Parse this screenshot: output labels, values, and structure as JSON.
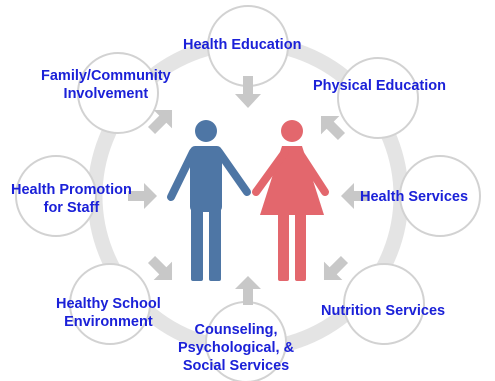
{
  "nodes": [
    {
      "id": "health-education",
      "lines": [
        "Health Education"
      ]
    },
    {
      "id": "physical-education",
      "lines": [
        "Physical Education"
      ]
    },
    {
      "id": "health-services",
      "lines": [
        "Health Services"
      ]
    },
    {
      "id": "nutrition-services",
      "lines": [
        "Nutrition Services"
      ]
    },
    {
      "id": "counseling",
      "lines": [
        "Counseling,",
        "Psychological, &",
        "Social Services"
      ]
    },
    {
      "id": "healthy-school-environment",
      "lines": [
        "Healthy School",
        "Environment"
      ]
    },
    {
      "id": "health-promotion-staff",
      "lines": [
        "Health Promotion",
        "for Staff"
      ]
    },
    {
      "id": "family-community",
      "lines": [
        "Family/Community",
        "Involvement"
      ]
    }
  ],
  "figures": {
    "male_color": "#4e76a5",
    "female_color": "#e3676d"
  },
  "colors": {
    "label": "#1b21d8",
    "ring": "#e4e4e4",
    "circle_stroke": "#d2d2d2",
    "arrow": "#c8c8c8"
  }
}
